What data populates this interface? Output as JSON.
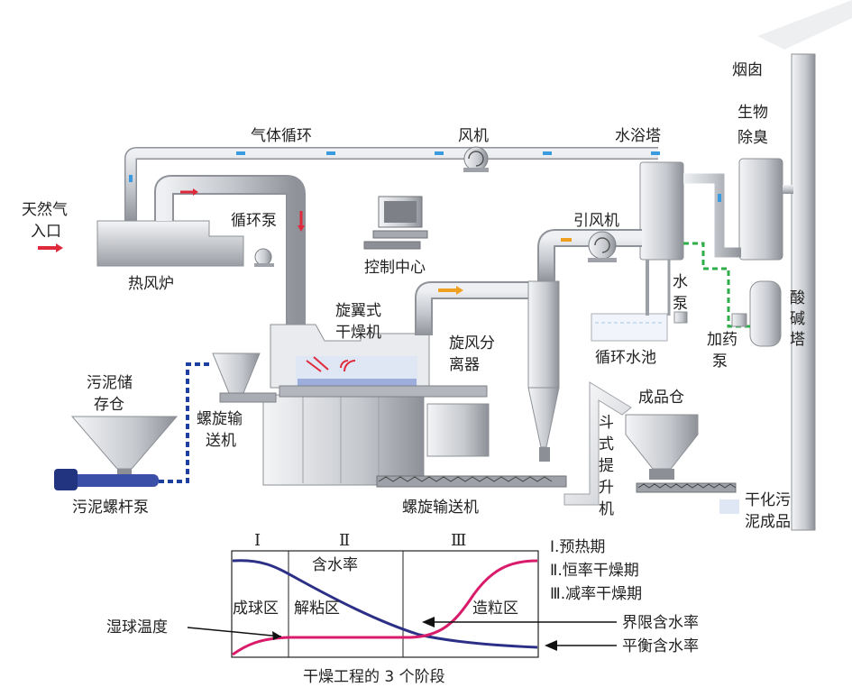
{
  "process": {
    "chimney": "烟囱",
    "bio_deodor_1": "生物",
    "bio_deodor_2": "除臭",
    "gas_cycle": "气体循环",
    "fan": "风机",
    "water_tower": "水浴塔",
    "natgas_1": "天然气",
    "natgas_2": "入口",
    "circ_pump": "循环泵",
    "hot_stove": "热风炉",
    "control_center": "控制中心",
    "induced_fan": "引风机",
    "water_pump_1": "水",
    "water_pump_2": "泵",
    "acid_tower_1": "酸",
    "acid_tower_2": "碱",
    "acid_tower_3": "塔",
    "dosing_pump_1": "加药",
    "dosing_pump_2": "泵",
    "circ_pool": "循环水池",
    "dryer_1": "旋翼式",
    "dryer_2": "干燥机",
    "cyclone_1": "旋风分",
    "cyclone_2": "离器",
    "sludge_silo_1": "污泥储",
    "sludge_silo_2": "存仓",
    "screw_conv_small_1": "螺旋输",
    "screw_conv_small_2": "送机",
    "product_bin": "成品仓",
    "bucket_1": "斗",
    "bucket_2": "式",
    "bucket_3": "提",
    "bucket_4": "升",
    "bucket_5": "机",
    "dried_1": "干化污",
    "dried_2": "泥成品",
    "screw_pump": "污泥螺杆泵",
    "screw_conv_big": "螺旋输送机"
  },
  "curve": {
    "stage_1": "Ⅰ",
    "stage_2": "Ⅱ",
    "stage_3": "Ⅲ",
    "moisture": "含水率",
    "zone_ball": "成球区",
    "zone_unstick": "解粘区",
    "zone_granule": "造粒区",
    "legend_1": "Ⅰ.预热期",
    "legend_2": "Ⅱ.恒率干燥期",
    "legend_3": "Ⅲ.减率干燥期",
    "wet_bulb": "湿球温度",
    "critical": "界限含水率",
    "equilibrium": "平衡含水率",
    "caption": "干燥工程的 3 个阶段",
    "colors": {
      "moisture_curve": "#2b2f86",
      "temp_curve": "#d81b6a"
    }
  },
  "colors": {
    "pipe": "#c9cbcf",
    "arrow": "#e02a3c",
    "flow": "#3b9be0",
    "feed": "#1d3fa0",
    "chem": "#2fae4a"
  }
}
